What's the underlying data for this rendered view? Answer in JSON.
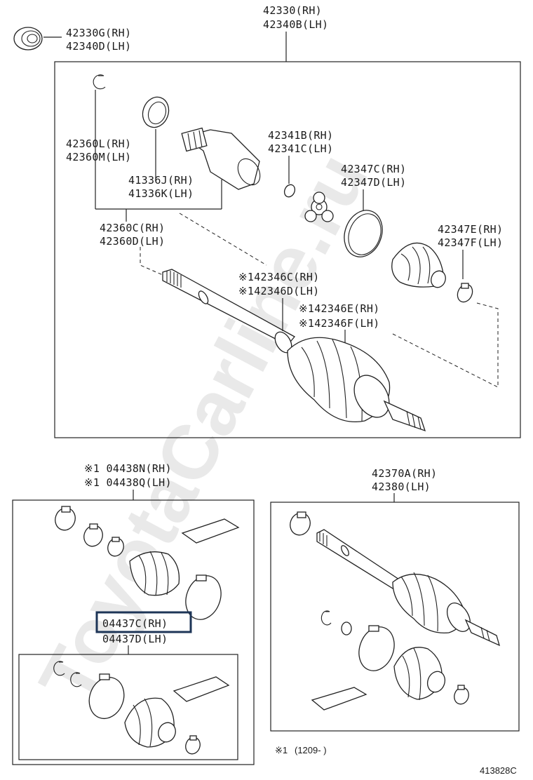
{
  "watermark": "ToyotaCarline.ru",
  "drawing_number": "413828C",
  "footnote": {
    "mark": "※1",
    "text": "(1209-     )"
  },
  "callouts": {
    "outer_bearing": [
      "42330G(RH)",
      "42340D(LH)"
    ],
    "shaft_assy_top": [
      "42330(RH)",
      "42340B(LH)"
    ],
    "snap_ring_left": [
      "42360L(RH)",
      "42360M(LH)"
    ],
    "seal_ring": [
      "41336J(RH)",
      "41336K(LH)"
    ],
    "snap_ring_mid": [
      "42341B(RH)",
      "42341C(LH)"
    ],
    "boot_clamp": [
      "42347C(RH)",
      "42347D(LH)"
    ],
    "inboard_joint": [
      "42360C(RH)",
      "42360D(LH)"
    ],
    "inner_clamp": [
      "42347E(RH)",
      "42347F(LH)"
    ],
    "dust_deflector": [
      "※142346C(RH)",
      "※142346D(LH)"
    ],
    "outer_joint": [
      "※142346E(RH)",
      "※142346F(LH)"
    ],
    "boot_kit_inboard": [
      "※1 04438N(RH)",
      "※1 04438Q(LH)"
    ],
    "boot_kit_outboard": [
      "04437C(RH)",
      "04437D(LH)"
    ],
    "shaft_assy_bottom": [
      "42370A(RH)",
      "42380(LH)"
    ]
  }
}
